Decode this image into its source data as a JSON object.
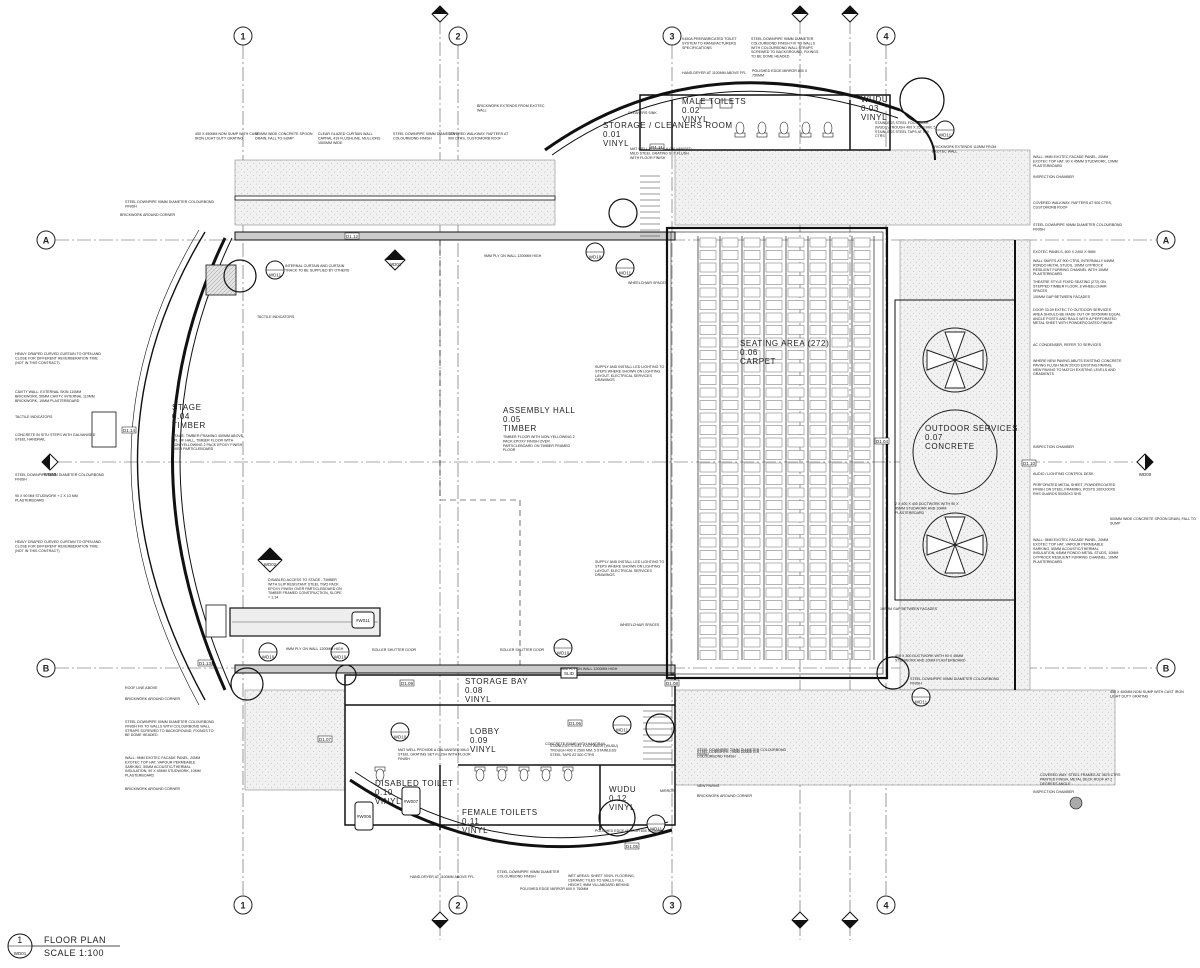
{
  "drawing": {
    "title": "FLOOR PLAN",
    "scale": "SCALE 1:100",
    "number": "1",
    "sheet": "WD01"
  },
  "grid": {
    "vertical": [
      "1",
      "2",
      "3",
      "4"
    ],
    "horizontal": [
      "A",
      "B"
    ]
  },
  "section_marks": [
    "WD01",
    "WD00",
    "WD06",
    "WD07",
    "WD02",
    "WD11",
    "WD13",
    "WD10"
  ],
  "rooms": [
    {
      "id": "stage",
      "name": "STAGE",
      "number": "0.04",
      "finish": "TIMBER"
    },
    {
      "id": "assembly",
      "name": "ASSEMBLY HALL",
      "number": "0.05",
      "finish": "TIMBER"
    },
    {
      "id": "seating",
      "name": "SEATING AREA (272)",
      "number": "0.06",
      "finish": "CARPET"
    },
    {
      "id": "outdoor",
      "name": "OUTDOOR SERVICES",
      "number": "0.07",
      "finish": "CONCRETE"
    },
    {
      "id": "storagebay",
      "name": "STORAGE BAY",
      "number": "0.08",
      "finish": "VINYL"
    },
    {
      "id": "lobby",
      "name": "LOBBY",
      "number": "0.09",
      "finish": "VINYL"
    },
    {
      "id": "disabled",
      "name": "DISABLED TOILET",
      "number": "0.10",
      "finish": "VINYL"
    },
    {
      "id": "female",
      "name": "FEMALE TOILETS",
      "number": "0.11",
      "finish": "VINYL"
    },
    {
      "id": "wudu_s",
      "name": "WUDU",
      "number": "0.12",
      "finish": "VINYL"
    },
    {
      "id": "storage",
      "name": "STORAGE / CLEANERS ROOM",
      "number": "0.01",
      "finish": "VINYL"
    },
    {
      "id": "male",
      "name": "MALE TOILETS",
      "number": "0.02",
      "finish": "VINYL"
    },
    {
      "id": "wudu_n",
      "name": "WUDU",
      "number": "0.03",
      "finish": "VINYL"
    }
  ],
  "notes": {
    "left": [
      "BRICKWORK AROUND CORNER",
      "STEEL DOWNPIPE 90MM DIAMETER COLOURBOND FINISH",
      "HEAVY DRAPED CURVED CURTAIN TO OPEN AND CLOSE FOR DIFFERENT REVERBERATION TIME (NOT IN THIS CONTRACT)",
      "CAVITY WALL: EXTERNAL SKIN 110MM BRICKWORK, 50MM CAVITY, INTERNAL 110MM BRICKWORK, 10MM PLASTERBOARD",
      "TACTILE INDICATORS",
      "CONCRETE IN SITU STEPS WITH GALVANISED STEEL HANDRAIL",
      "STEEL DOWNPIPE 90MM DIAMETER COLOURBOND FINISH",
      "90 X 90 MM STUDWORK + 2 X 13 MM PLASTERBOARD",
      "HEAVY DRAPED CURVED CURTAIN TO OPEN AND CLOSE FOR DIFFERENT REVERBERATION TIME (NOT IN THIS CONTRACT)",
      "ROOF LINE ABOVE",
      "BRICKWORK AROUND CORNER",
      "STEEL DOWNPIPE 90MM DIAMETER COLOURBOND FINISH FIX TO WALLS WITH COLOURBOND WALL STRAPS SCREWED TO BACKGROUND, FIXINGS TO BE DOME HEADED",
      "WALL: 9MM EXOTEC FACADE PANEL, 20MM EXOTEC TOP HAT, VAPOUR PERMEABLE SARKING, 50MM ACOUSTIC/THERMAL INSULATION, 90 X 45MM STUDWORK, 10MM PLASTERBOARD",
      "BRICKWORK AROUND CORNER"
    ],
    "top": [
      "450 X 450MM NOM SUMP WITH CAST IRON LIGHT DUTY GRATING",
      "500MM WIDE CONCRETE SPOON DRAIN, FALL TO SUMP",
      "CLEAR GLAZED CURTAIN WALL CAPRAL 419 FLUSHLINE, MULLIONS 1500MM WIDE",
      "STEEL DOWNPIPE 90MM DIAMETER COLOURBOND FINISH",
      "COVERED WALKWAY: RAFTERS AT 900 CTRS, CUSTOMORB ROOF",
      "BRICKWORK EXTENDS FROM EXOTEC WALL",
      "CLEANERS SINK",
      "K450A PREFABRICATED TOILET SYSTEM TO MANUFACTURERS SPECIFICATIONS",
      "HAND-DRYER AT 1100MM ABOVE FFL",
      "STEEL DOWNPIPE 90MM DIAMETER COLOURBOND FINISH FIX TO WALLS WITH COLOURBOND WALL STRAPS SCREWED TO BACKGROUND, FIXINGS TO BE DOME HEADED",
      "POLISHED EDGE MIRROR 600 X 750MM",
      "STAINLESS STEEL FOOTWASH (WUDU) TROUGH 400 X 2500 MM, 5 STAINLESS STEEL TAPS AT 500 CTRS",
      "BRICKWORK EXTENDS 110MM FROM EXOTEC WALL",
      "MAT WELL PROVIDE A GALVANISED MILD STEEL GRATING SET FLUSH WITH FLOOR FINISH",
      "9MM PLY ON WALL 1200MM HIGH",
      "INTERNAL CURTAIN AND CURTAIN TRACK TO BE SUPPLIED BY OTHERS",
      "TACTILE INDICATORS",
      "WHEELCHAIR SPACES"
    ],
    "right": [
      "WALL: 9MM EXOTEC FACADE PANEL, 20MM EXOTEC TOP HAT, 90 X 45MM STUDWORK, 10MM PLASTERBOARD",
      "INSPECTION CHAMBER",
      "COVERED WALKWAY: RAFTERS AT 900 CTRS, CUSTOMORB ROOF",
      "STEEL DOWNPIPE 90MM DIAMETER COLOURBOND FINISH",
      "EXOTEC PANELS, 600 X 2400 X 9MM",
      "WALL SKIRTS AT 900 CTRS, INTERNALLY 64MM RONDO METAL STUDS, 10MM GYPROCK RESILIENT FURRING CHANNEL WITH 10MM PLASTERBOARD",
      "THEATRE STYLE FIXED SEATING (272) ON STEPPED TIMBER FLOOR, 8 WHEELCHAIR SPACES",
      "100MM GAP BETWEEN FACADES",
      "DOOR 33.09 EXTEC TO OUTDOOR SERVICES AREA SHOULD BE MADE OUT OF 50X50MM EQUAL ANGLE POSTS AND RAILS WITH A PERFORATED METAL SHEET WITH POWDERCOATED FINISH",
      "AC CONDENSER, REFER TO SERVICES",
      "WHERE NEW PAVING ABUTS EXISTING CONCRETE PAVING FLUSH NEW 20X20 EXISTING PAVING, NEW PAVING TO MATCH EXISTING LEVELS AND GRADIENTS",
      "INSPECTION CHAMBER",
      "AUDIO / LIGHTING CONTROL DESK",
      "PERFORATED METAL SHEET, POWDERCOATED FINISH ON STEEL FRAMING, POSTS 100X100X6 RHS GUARDS 50X50X3 SHS",
      "500MM WIDE CONCRETE SPOON DRAIN, FALL TO SUMP",
      "WALL: 9MM EXOTEC FACADE PANEL, 20MM EXOTEC TOP HAT, VAPOUR PERMEABLE SARKING, 50MM ACOUSTIC/THERMAL INSULATION, 64MM RONDO METAL STUDS, 10MM GYPROCK RESILIENT FURRING CHANNEL, 10MM PLASTERBOARD",
      "100MM GAP BETWEEN FACADES",
      "450 X 450MM NOM SUMP WITH CAST IRON LIGHT DUTY GRATING",
      "STEEL DOWNPIPE 90MM DIAMETER COLOURBOND FINISH",
      "STEEL DOWNPIPE 70MM DIAMETER COLOURBOND FINISH",
      "COVERED WAY: STEEL FRAMES AT 3675 CTRS PAINTED FINISH, METAL DECK ROOF AT 2 DEGREES ANGLE",
      "INSPECTION CHAMBER"
    ],
    "middle": [
      "SUPPLY AND INSTALL LED LIGHTING TO STEPS WHERE SHOWN ON LIGHTING LAYOUT. ELECTRICAL SERVICES DRAWINGS",
      "SUPPLY AND INSTALL LED LIGHTING TO STEPS WHERE SHOWN ON LIGHTING LAYOUT. ELECTRICAL SERVICES DRAWINGS",
      "TIMBER FLOOR WITH NON-YELLOWING 2 PACK EPOXY FINISH OVER PARTICLEBOARD ON TIMBER FRAMED FLOOR",
      "STAGE: TIMBER FRAMING 450MM ABOVE FFL OF HALL, TIMBER FLOOR WITH NON-YELLOWING 2 PACK EPOXY FINISH OVER PARTICLEBOARD",
      "2 X 400 X 400 DUCTWORK WITH 90 X 45MM STUDWORK AND 10MM PLASTERBOARD",
      "DISABLED ACCESS TO STAGE - TIMBER WITH SLIP RESISTANT STEEL TWO PACK EPOXY FINISH OVER PARTICLEBOARD ON TIMBER FRAMED CONSTRUCTION, SLOPE = 1:14",
      "9MM PLY ON WALL 1200MM HIGH",
      "ROLLER SHUTTER DOOR",
      "ROLLER SHUTTER DOOR",
      "9MM PLY ON WALL 1200MM HIGH",
      "WHEELCHAIR SPACES",
      "400 X 300 DUCTWORK WITH 90 X 45MM STUDWORK AND 10MM PLASTERBOARD"
    ],
    "bottom": [
      "MAT WELL PROVIDE A GALVANISED MILD STEEL GRATING SET FLUSH WITH FLOOR FINISH",
      "CONCRETE RAMP WITH HANDRAIL",
      "STAINLESS STEEL FOOTWASH (WUDU) TROUGH 400 X 2500 MM, 5 STAINLESS STEEL TAPS AT 500 CTRS",
      "HAND-DRYER AT 1100MM ABOVE FFL",
      "STEEL DOWNPIPE 90MM DIAMETER COLOURBOND FINISH",
      "POLISHED EDGE MIRROR 600 X 750MM",
      "WET AREAS: SHEET VINYL FLOORING, CERAMIC TILES TO WALLS FULL HEIGHT, 9MM VILLABOARD BEHIND",
      "POLISHED EDGE MIRROR 600 X 750MM",
      "STEEL DOWNPIPE 70MM DIAMETER COLOURBOND FINISH",
      "NEW PAVING",
      "BRICKWORK AROUND CORNER",
      "MIRROR"
    ]
  },
  "tags": [
    "#W006",
    "#W007",
    "#W011",
    "SLID",
    "D1.14",
    "D1.13",
    "D1.12",
    "D1.11",
    "D1.10",
    "D1.09",
    "D1.08",
    "D1.07",
    "D1.06",
    "D1.05",
    "D1.04",
    "D1.03",
    "D1.02",
    "D1.01"
  ]
}
